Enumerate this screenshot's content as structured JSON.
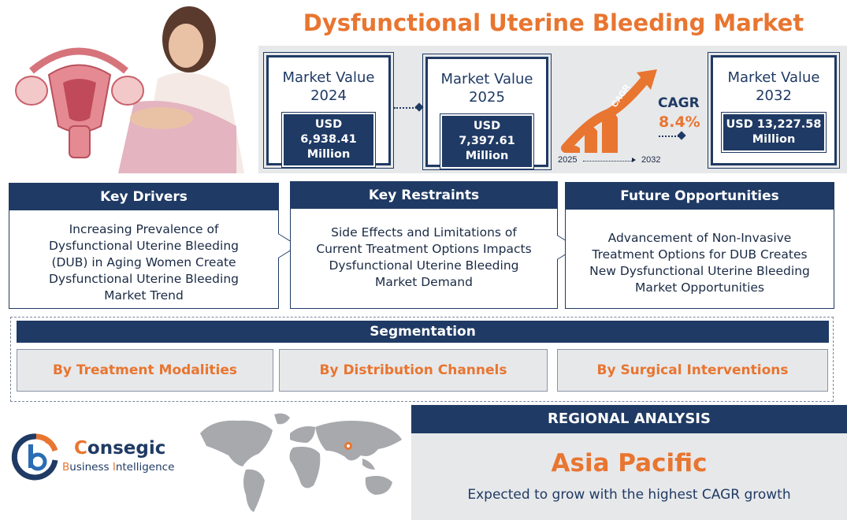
{
  "title": "Dysfunctional Uterine Bleeding Market",
  "market_values": [
    {
      "label": "Market Value 2024",
      "value": "USD 6,938.41 Million"
    },
    {
      "label": "Market Value 2025",
      "value": "USD 7,397.61 Million"
    },
    {
      "label": "Market Value 2032",
      "value": "USD 13,227.58 Million"
    }
  ],
  "cagr": {
    "arrow_text": "CAGR",
    "label": "CAGR",
    "value": "8.4%",
    "start_year": "2025",
    "end_year": "2032"
  },
  "key_drivers": {
    "heading": "Key Drivers",
    "text": "Increasing Prevalence of Dysfunctional Uterine Bleeding (DUB) in Aging Women Create Dysfunctional Uterine Bleeding Market Trend"
  },
  "key_restraints": {
    "heading": "Key Restraints",
    "text": "Side Effects and Limitations of Current Treatment Options Impacts Dysfunctional Uterine Bleeding Market Demand"
  },
  "future_opportunities": {
    "heading": "Future Opportunities",
    "text": "Advancement of Non-Invasive Treatment Options for DUB Creates New Dysfunctional Uterine Bleeding Market Opportunities"
  },
  "segmentation": {
    "heading": "Segmentation",
    "items": [
      "By Treatment Modalities",
      "By Distribution Channels",
      "By Surgical Interventions"
    ]
  },
  "regional": {
    "heading": "REGIONAL ANALYSIS",
    "region": "Asia Pacific",
    "text": "Expected to grow with the highest CAGR growth"
  },
  "logo": {
    "letter_c": "C",
    "name_rest": "onsegic",
    "sub_b": "B",
    "sub_1": "usiness ",
    "sub_i": "I",
    "sub_2": "ntelligence"
  },
  "colors": {
    "navy": "#1f3a64",
    "orange": "#e87530",
    "panel_gray": "#e7e8ea"
  }
}
